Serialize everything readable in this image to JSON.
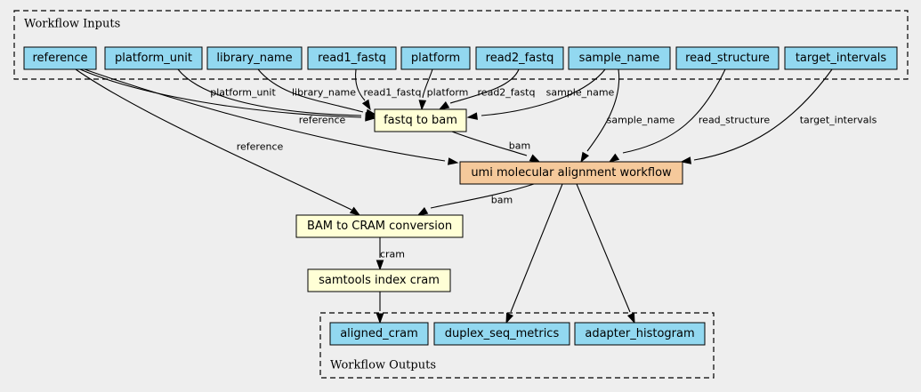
{
  "colors": {
    "input": "#92d8f0",
    "task": "#ffffd6",
    "workflow": "#f5c99b"
  },
  "clusters": {
    "inputs": {
      "label": "Workflow Inputs"
    },
    "outputs": {
      "label": "Workflow Outputs"
    }
  },
  "nodes": {
    "reference": {
      "label": "reference",
      "kind": "input"
    },
    "platform_unit": {
      "label": "platform_unit",
      "kind": "input"
    },
    "library_name": {
      "label": "library_name",
      "kind": "input"
    },
    "read1_fastq": {
      "label": "read1_fastq",
      "kind": "input"
    },
    "platform": {
      "label": "platform",
      "kind": "input"
    },
    "read2_fastq": {
      "label": "read2_fastq",
      "kind": "input"
    },
    "sample_name": {
      "label": "sample_name",
      "kind": "input"
    },
    "read_structure": {
      "label": "read_structure",
      "kind": "input"
    },
    "target_intervals": {
      "label": "target_intervals",
      "kind": "input"
    },
    "fastq_to_bam": {
      "label": "fastq to bam",
      "kind": "task"
    },
    "umi_workflow": {
      "label": "umi molecular alignment workflow",
      "kind": "workflow"
    },
    "bam_to_cram": {
      "label": "BAM to CRAM conversion",
      "kind": "task"
    },
    "samtools_index": {
      "label": "samtools index cram",
      "kind": "task"
    },
    "aligned_cram": {
      "label": "aligned_cram",
      "kind": "input"
    },
    "duplex_seq_metrics": {
      "label": "duplex_seq_metrics",
      "kind": "input"
    },
    "adapter_histogram": {
      "label": "adapter_histogram",
      "kind": "input"
    }
  },
  "edges": [
    {
      "from": "reference",
      "to": "fastq_to_bam",
      "label": "reference"
    },
    {
      "from": "reference",
      "to": "umi_workflow",
      "label": ""
    },
    {
      "from": "reference",
      "to": "bam_to_cram",
      "label": "reference"
    },
    {
      "from": "platform_unit",
      "to": "fastq_to_bam",
      "label": "platform_unit"
    },
    {
      "from": "library_name",
      "to": "fastq_to_bam",
      "label": "library_name"
    },
    {
      "from": "read1_fastq",
      "to": "fastq_to_bam",
      "label": "read1_fastq"
    },
    {
      "from": "platform",
      "to": "fastq_to_bam",
      "label": "platform"
    },
    {
      "from": "read2_fastq",
      "to": "fastq_to_bam",
      "label": "read2_fastq"
    },
    {
      "from": "sample_name",
      "to": "fastq_to_bam",
      "label": "sample_name"
    },
    {
      "from": "sample_name",
      "to": "umi_workflow",
      "label": "sample_name"
    },
    {
      "from": "read_structure",
      "to": "umi_workflow",
      "label": "read_structure"
    },
    {
      "from": "target_intervals",
      "to": "umi_workflow",
      "label": "target_intervals"
    },
    {
      "from": "fastq_to_bam",
      "to": "umi_workflow",
      "label": "bam"
    },
    {
      "from": "umi_workflow",
      "to": "bam_to_cram",
      "label": "bam"
    },
    {
      "from": "bam_to_cram",
      "to": "samtools_index",
      "label": "cram"
    },
    {
      "from": "samtools_index",
      "to": "aligned_cram",
      "label": ""
    },
    {
      "from": "umi_workflow",
      "to": "duplex_seq_metrics",
      "label": ""
    },
    {
      "from": "umi_workflow",
      "to": "adapter_histogram",
      "label": ""
    }
  ]
}
